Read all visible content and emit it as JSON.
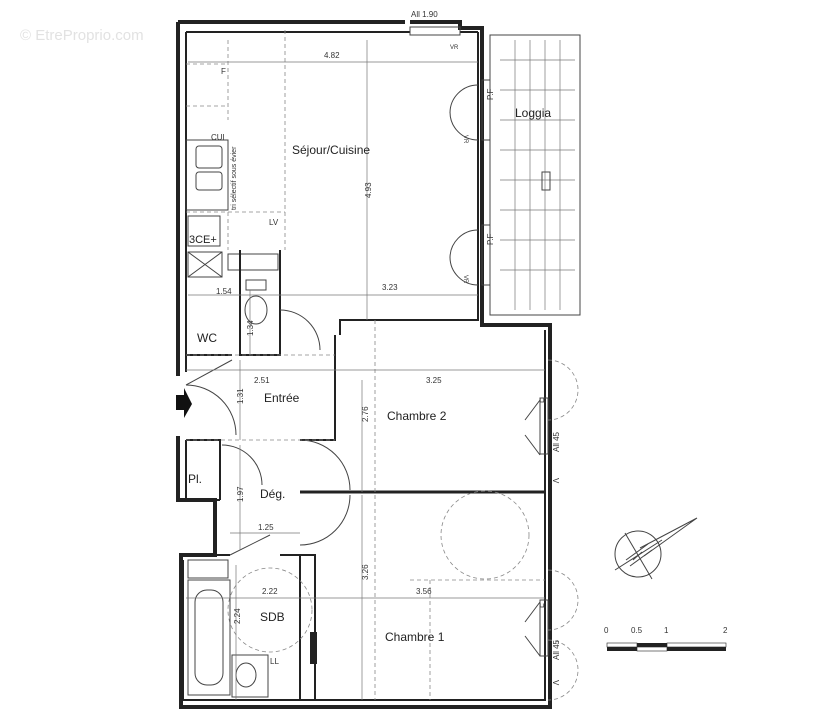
{
  "watermark": "© EtreProprio.com",
  "rooms": {
    "sejour": "Séjour/Cuisine",
    "loggia": "Loggia",
    "wc": "WC",
    "entree": "Entrée",
    "chambre2": "Chambre 2",
    "placard": "Pl.",
    "degagement": "Dég.",
    "sdb": "SDB",
    "chambre1": "Chambre 1"
  },
  "fixtures": {
    "frigo": "F",
    "cuisine": "CUI",
    "tri": "tri sélectif sous évier",
    "lave_vaisselle": "LV",
    "chaudiere": "3CE+",
    "lave_linge": "LL",
    "fenetre_top": "All 1.90",
    "vr": "VR",
    "pf": "P.F",
    "f": "F",
    "all45": "All 45",
    "v": "V"
  },
  "dimensions": {
    "d482": "4.82",
    "d493": "4.93",
    "d154": "1.54",
    "d323": "3.23",
    "d134": "1.34",
    "d251": "2.51",
    "d325": "3.25",
    "d131": "1.31",
    "d276": "2.76",
    "d197": "1.97",
    "d125": "1.25",
    "d326": "3.26",
    "d222": "2.22",
    "d356": "3.56",
    "d224": "2.24"
  },
  "scale": {
    "ticks": [
      "0",
      "0.5",
      "1",
      "2"
    ],
    "unit_hint": "m"
  },
  "compass": {
    "icon": "north-arrow-icon"
  }
}
